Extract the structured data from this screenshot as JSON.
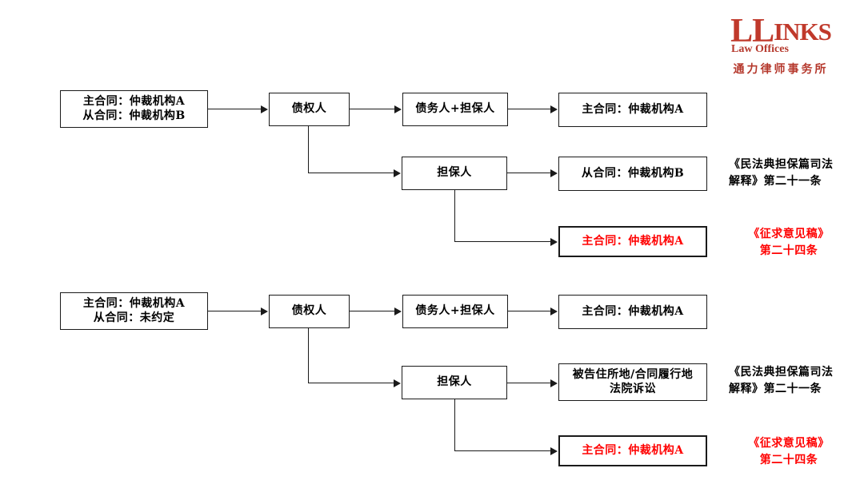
{
  "logo": {
    "wordmark_first": "LL",
    "wordmark_rest": "INKS",
    "subtitle": "Law Offices",
    "chinese_name": "通力律师事务所",
    "brand_color": "#b5382c"
  },
  "colors": {
    "line": "#1a1a1a",
    "red_text": "#ff0000",
    "box_border": "#1a1a1a",
    "background": "#ffffff"
  },
  "flows": [
    {
      "id": "flow-1",
      "start_box": "主合同：仲裁机构A\n从合同：仲裁机构B",
      "creditor_box": "债权人",
      "debtor_branch": {
        "party_box": "债务人+担保人",
        "result_box": "主合同：仲裁机构A"
      },
      "guarantor_branch": {
        "party_box": "担保人",
        "result_box": "从合同：仲裁机构B",
        "annotation": "《民法典担保篇司法解释》第二十一条"
      },
      "red_branch": {
        "result_box": "主合同：仲裁机构A",
        "annotation": "《征求意见稿》\n第二十四条"
      }
    },
    {
      "id": "flow-2",
      "start_box": "主合同：仲裁机构A\n从合同：未约定",
      "creditor_box": "债权人",
      "debtor_branch": {
        "party_box": "债务人+担保人",
        "result_box": "主合同：仲裁机构A"
      },
      "guarantor_branch": {
        "party_box": "担保人",
        "result_box": "被告住所地/合同履行地\n法院诉讼",
        "annotation": "《民法典担保篇司法解释》第二十一条"
      },
      "red_branch": {
        "result_box": "主合同：仲裁机构A",
        "annotation": "《征求意见稿》\n第二十四条"
      }
    }
  ]
}
